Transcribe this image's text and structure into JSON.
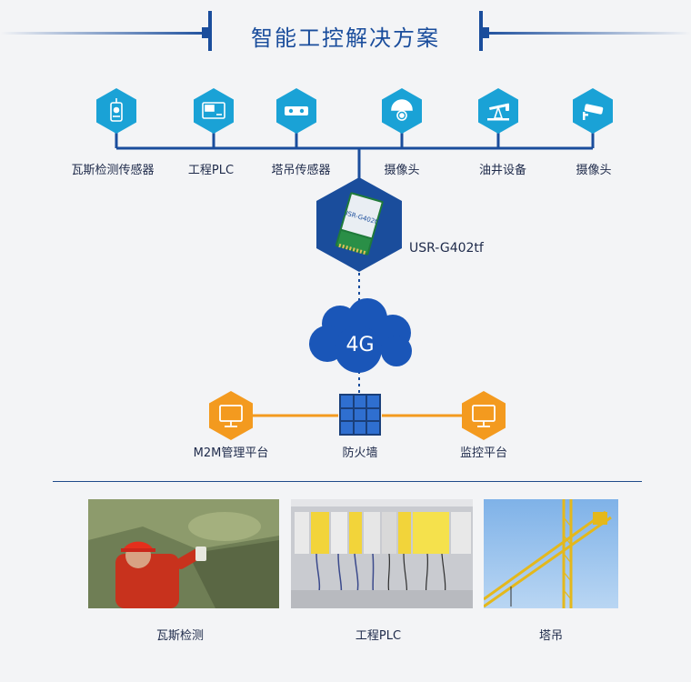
{
  "header": {
    "title": "智能工控解决方案"
  },
  "devices": [
    {
      "label": "瓦斯检测传感器",
      "icon": "gas-detector-icon"
    },
    {
      "label": "工程PLC",
      "icon": "plc-icon"
    },
    {
      "label": "塔吊传感器",
      "icon": "crane-sensor-icon"
    },
    {
      "label": "摄像头",
      "icon": "dome-camera-icon"
    },
    {
      "label": "油井设备",
      "icon": "oil-pump-icon"
    },
    {
      "label": "摄像头",
      "icon": "bullet-camera-icon"
    }
  ],
  "module": {
    "card_text": "USR-G402tf",
    "model_label": "USR-G402tf"
  },
  "network": {
    "cloud_label": "4G"
  },
  "platforms": [
    {
      "label": "M2M管理平台",
      "icon": "monitor-icon"
    },
    {
      "label": "防火墙",
      "icon": "firewall-icon"
    },
    {
      "label": "监控平台",
      "icon": "monitor-icon"
    }
  ],
  "photos": [
    {
      "caption": "瓦斯检测"
    },
    {
      "caption": "工程PLC"
    },
    {
      "caption": "塔吊"
    }
  ],
  "colors": {
    "accent_blue": "#1a4d9c",
    "hex_cyan": "#1aa2d6",
    "orange": "#f39a1f",
    "grid_blue": "#2f6fd0"
  }
}
